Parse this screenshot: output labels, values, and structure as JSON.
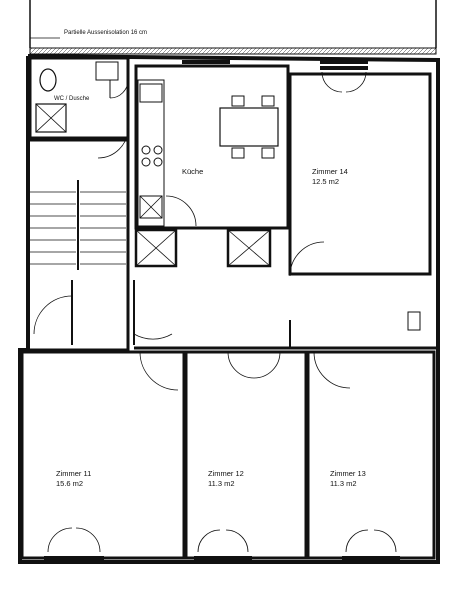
{
  "annotation": "Partielle Aussenisolation 16 cm",
  "rooms": [
    {
      "id": "wc",
      "name": "WC / Dusche",
      "area": ""
    },
    {
      "id": "kitchen",
      "name": "Küche",
      "area": ""
    },
    {
      "id": "zimmer14",
      "name": "Zimmer 14",
      "area": "12.5 m2"
    },
    {
      "id": "zimmer11",
      "name": "Zimmer 11",
      "area": "15.6 m2"
    },
    {
      "id": "zimmer12",
      "name": "Zimmer 12",
      "area": "11.3 m2"
    },
    {
      "id": "zimmer13",
      "name": "Zimmer 13",
      "area": "11.3 m2"
    }
  ]
}
